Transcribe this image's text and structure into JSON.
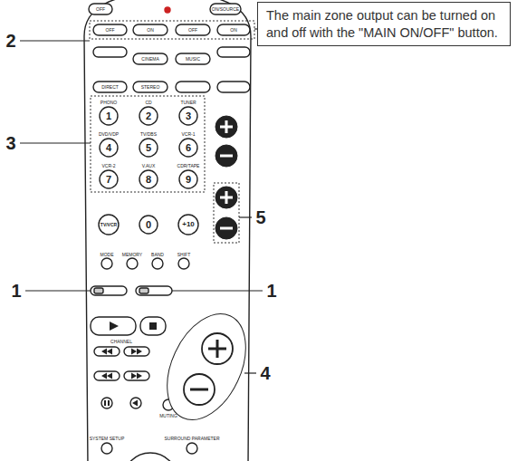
{
  "diagram": {
    "nodes": [
      {
        "text": [
          "The main zone output can be turned on and off with the \"MAIN ON/OFF\" button."
        ]
      }
    ],
    "labels": [
      "2",
      "3",
      "1",
      "1",
      "5",
      "4",
      "OFF",
      "ON/SOURCE",
      "OFF",
      "ON",
      "OFF",
      "ON",
      "CINEMA",
      "MUSIC",
      "DIRECT",
      "STEREO",
      "PHONO",
      "CD",
      "TUNER",
      "DVD/VDP",
      "TV/DBS",
      "VCR-1",
      "VCR-2",
      "V.AUX",
      "CDR/TAPE",
      "1",
      "2",
      "3",
      "4",
      "5",
      "6",
      "7",
      "8",
      "9",
      "TV/VCR",
      "0",
      "+10",
      "MODE",
      "MEMORY",
      "BAND",
      "SHIFT",
      "CHANNEL",
      "MUTING",
      "SYSTEM SETUP",
      "SURROUND PARAMETER"
    ]
  }
}
